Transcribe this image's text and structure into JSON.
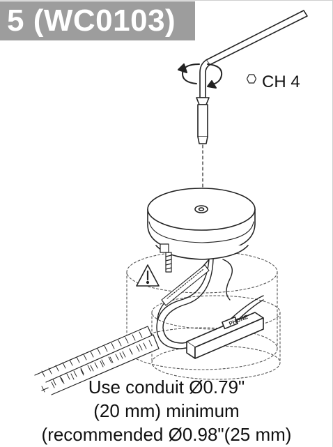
{
  "step": {
    "label": "5 (WC0103)"
  },
  "tool": {
    "label": "CH 4",
    "icon": "hexagon-icon"
  },
  "caption": {
    "line1": "Use conduit Ø0.79\"",
    "line2": "(20 mm) minimum",
    "line3": "(recommended Ø0.98\"(25 mm)"
  },
  "product_marking": "PHONE",
  "colors": {
    "badge": "#9d9d9d",
    "badge_text": "#ffffff",
    "line_art": "#222222"
  }
}
